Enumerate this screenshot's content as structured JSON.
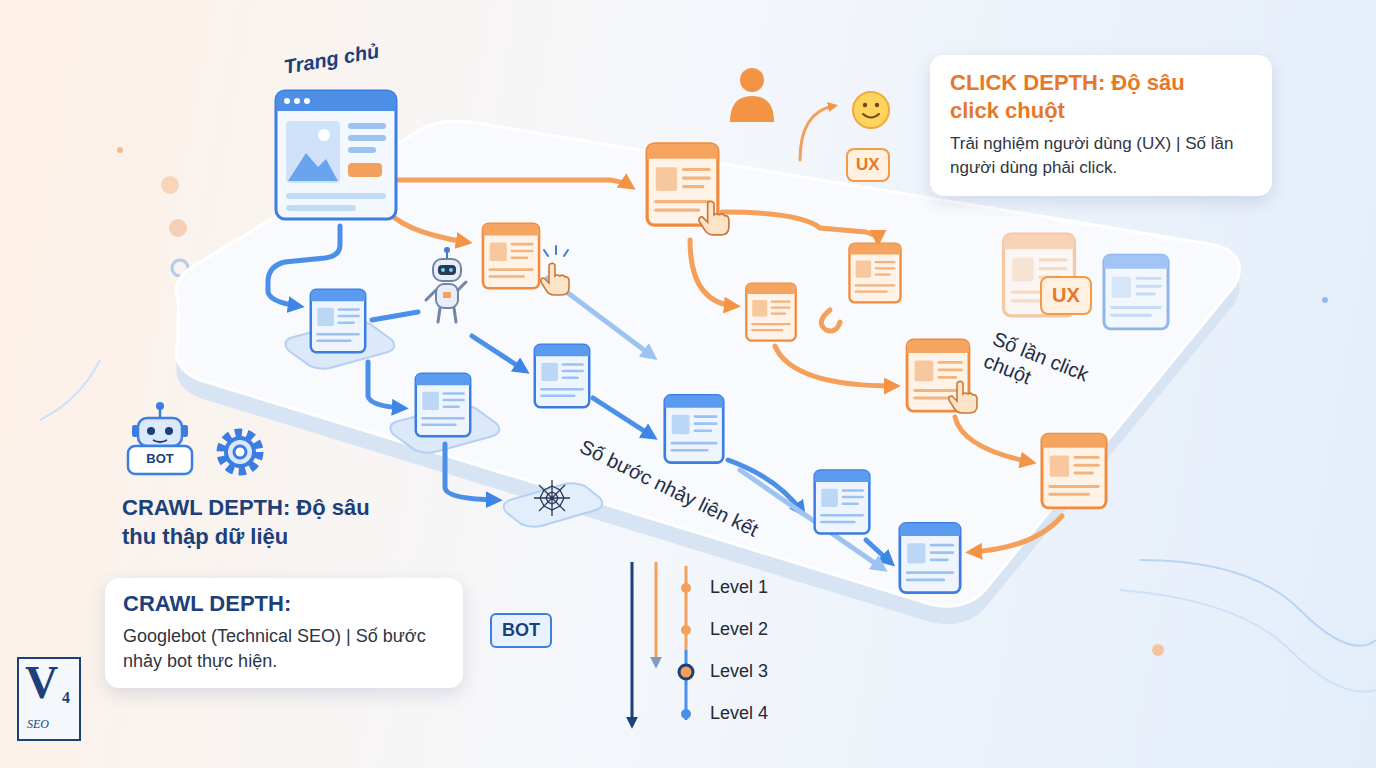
{
  "diagram": {
    "nodes": [
      {
        "text": [
          "Trang chủ"
        ]
      },
      {
        "text": [
          "CLICK DEPTH: Độ sâu click chuột",
          "Trải nghiệm người dùng (UX) | Số lần người dùng phải click."
        ]
      },
      {
        "text": [
          "UX"
        ]
      },
      {
        "text": [
          "UX"
        ]
      },
      {
        "text": [
          "CRAWL DEPTH:",
          "Googlebot (Technical SEO) | Số bước nhảy bot thực hiện."
        ]
      },
      {
        "text": [
          "BOT"
        ]
      }
    ],
    "labels": [
      "BOT",
      "CRAWL DEPTH: Độ sâu thu thập dữ liệu",
      "Số bước nhảy liên kết",
      "Số lần click chuột",
      "Level 1",
      "Level 2",
      "Level 3",
      "Level 4",
      "V",
      "4",
      "SEO"
    ]
  }
}
